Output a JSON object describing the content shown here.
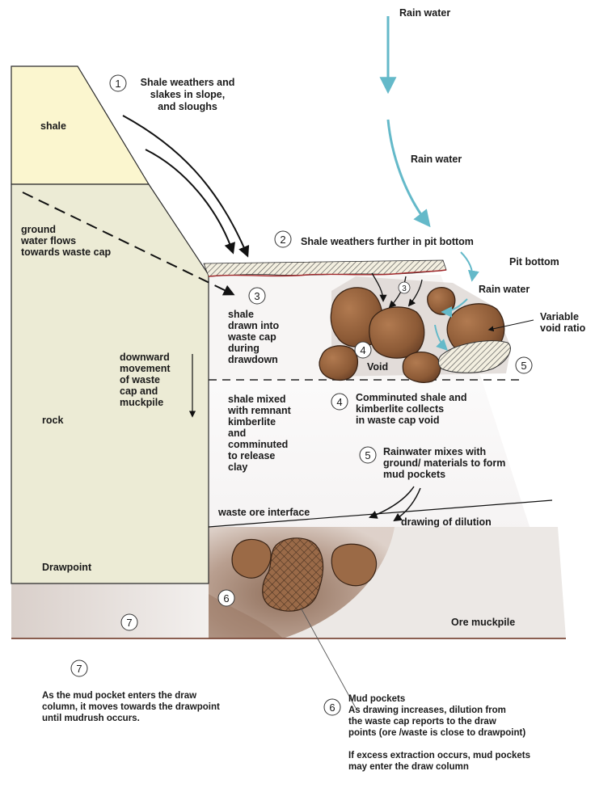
{
  "labels": {
    "rain_top": "Rain water",
    "rain_mid": "Rain water",
    "rain_pit": "Rain water",
    "shale": "shale",
    "rock": "rock",
    "drawpoint": "Drawpoint",
    "pit_bottom": "Pit bottom",
    "variable_void": [
      "Variable",
      "void ratio"
    ],
    "void": "Void",
    "waste_ore_interface": "waste ore interface",
    "drawing_of_dilution": "drawing of dilution",
    "ore_muckpile": "Ore muckpile",
    "groundwater": [
      "ground",
      "water flows",
      "towards waste cap"
    ],
    "downward": [
      "downward",
      "movement",
      "of waste",
      "cap and",
      "muckpile"
    ],
    "shale_mixed": [
      "shale mixed",
      "with remnant",
      "kimberlite",
      "and",
      "comminuted",
      "to release",
      "clay"
    ],
    "shale_drawn": [
      "shale",
      "drawn into",
      "waste cap",
      "during",
      "drawdown"
    ]
  },
  "callouts": {
    "c1": {
      "number": "1",
      "text": [
        "Shale weathers and",
        "slakes in slope,",
        "and sloughs"
      ]
    },
    "c2": {
      "number": "2",
      "text": "Shale weathers further in pit bottom"
    },
    "c3": {
      "number": "3"
    },
    "c3_small": {
      "number": "3"
    },
    "c4_void": {
      "number": "4"
    },
    "c4": {
      "number": "4",
      "text": [
        "Comminuted shale and",
        "kimberlite collects",
        "in waste cap void"
      ]
    },
    "c5_void": {
      "number": "5"
    },
    "c5": {
      "number": "5",
      "text": [
        "Rainwater mixes with",
        "ground/ materials to form",
        "mud pockets"
      ]
    },
    "c6_pocket": {
      "number": "6"
    },
    "c7_zone": {
      "number": "7"
    },
    "c7": {
      "number": "7",
      "text": [
        "As the mud pocket enters the draw",
        "column, it moves towards the drawpoint",
        "until mudrush occurs."
      ]
    },
    "c6": {
      "number": "6",
      "text": [
        "Mud pockets",
        "As drawing increases, dilution from",
        "the waste cap reports to the draw",
        "points (ore /waste is close to drawpoint)",
        "",
        "If excess extraction occurs, mud pockets",
        "may enter the draw column"
      ]
    }
  },
  "colors": {
    "shale_fill": "#fbf6cf",
    "rock_fill": "#ecebd5",
    "mud_brown": "#8a5a3b",
    "ore_fill": "#e7e1dd",
    "rain_blue": "#64b9c9"
  }
}
